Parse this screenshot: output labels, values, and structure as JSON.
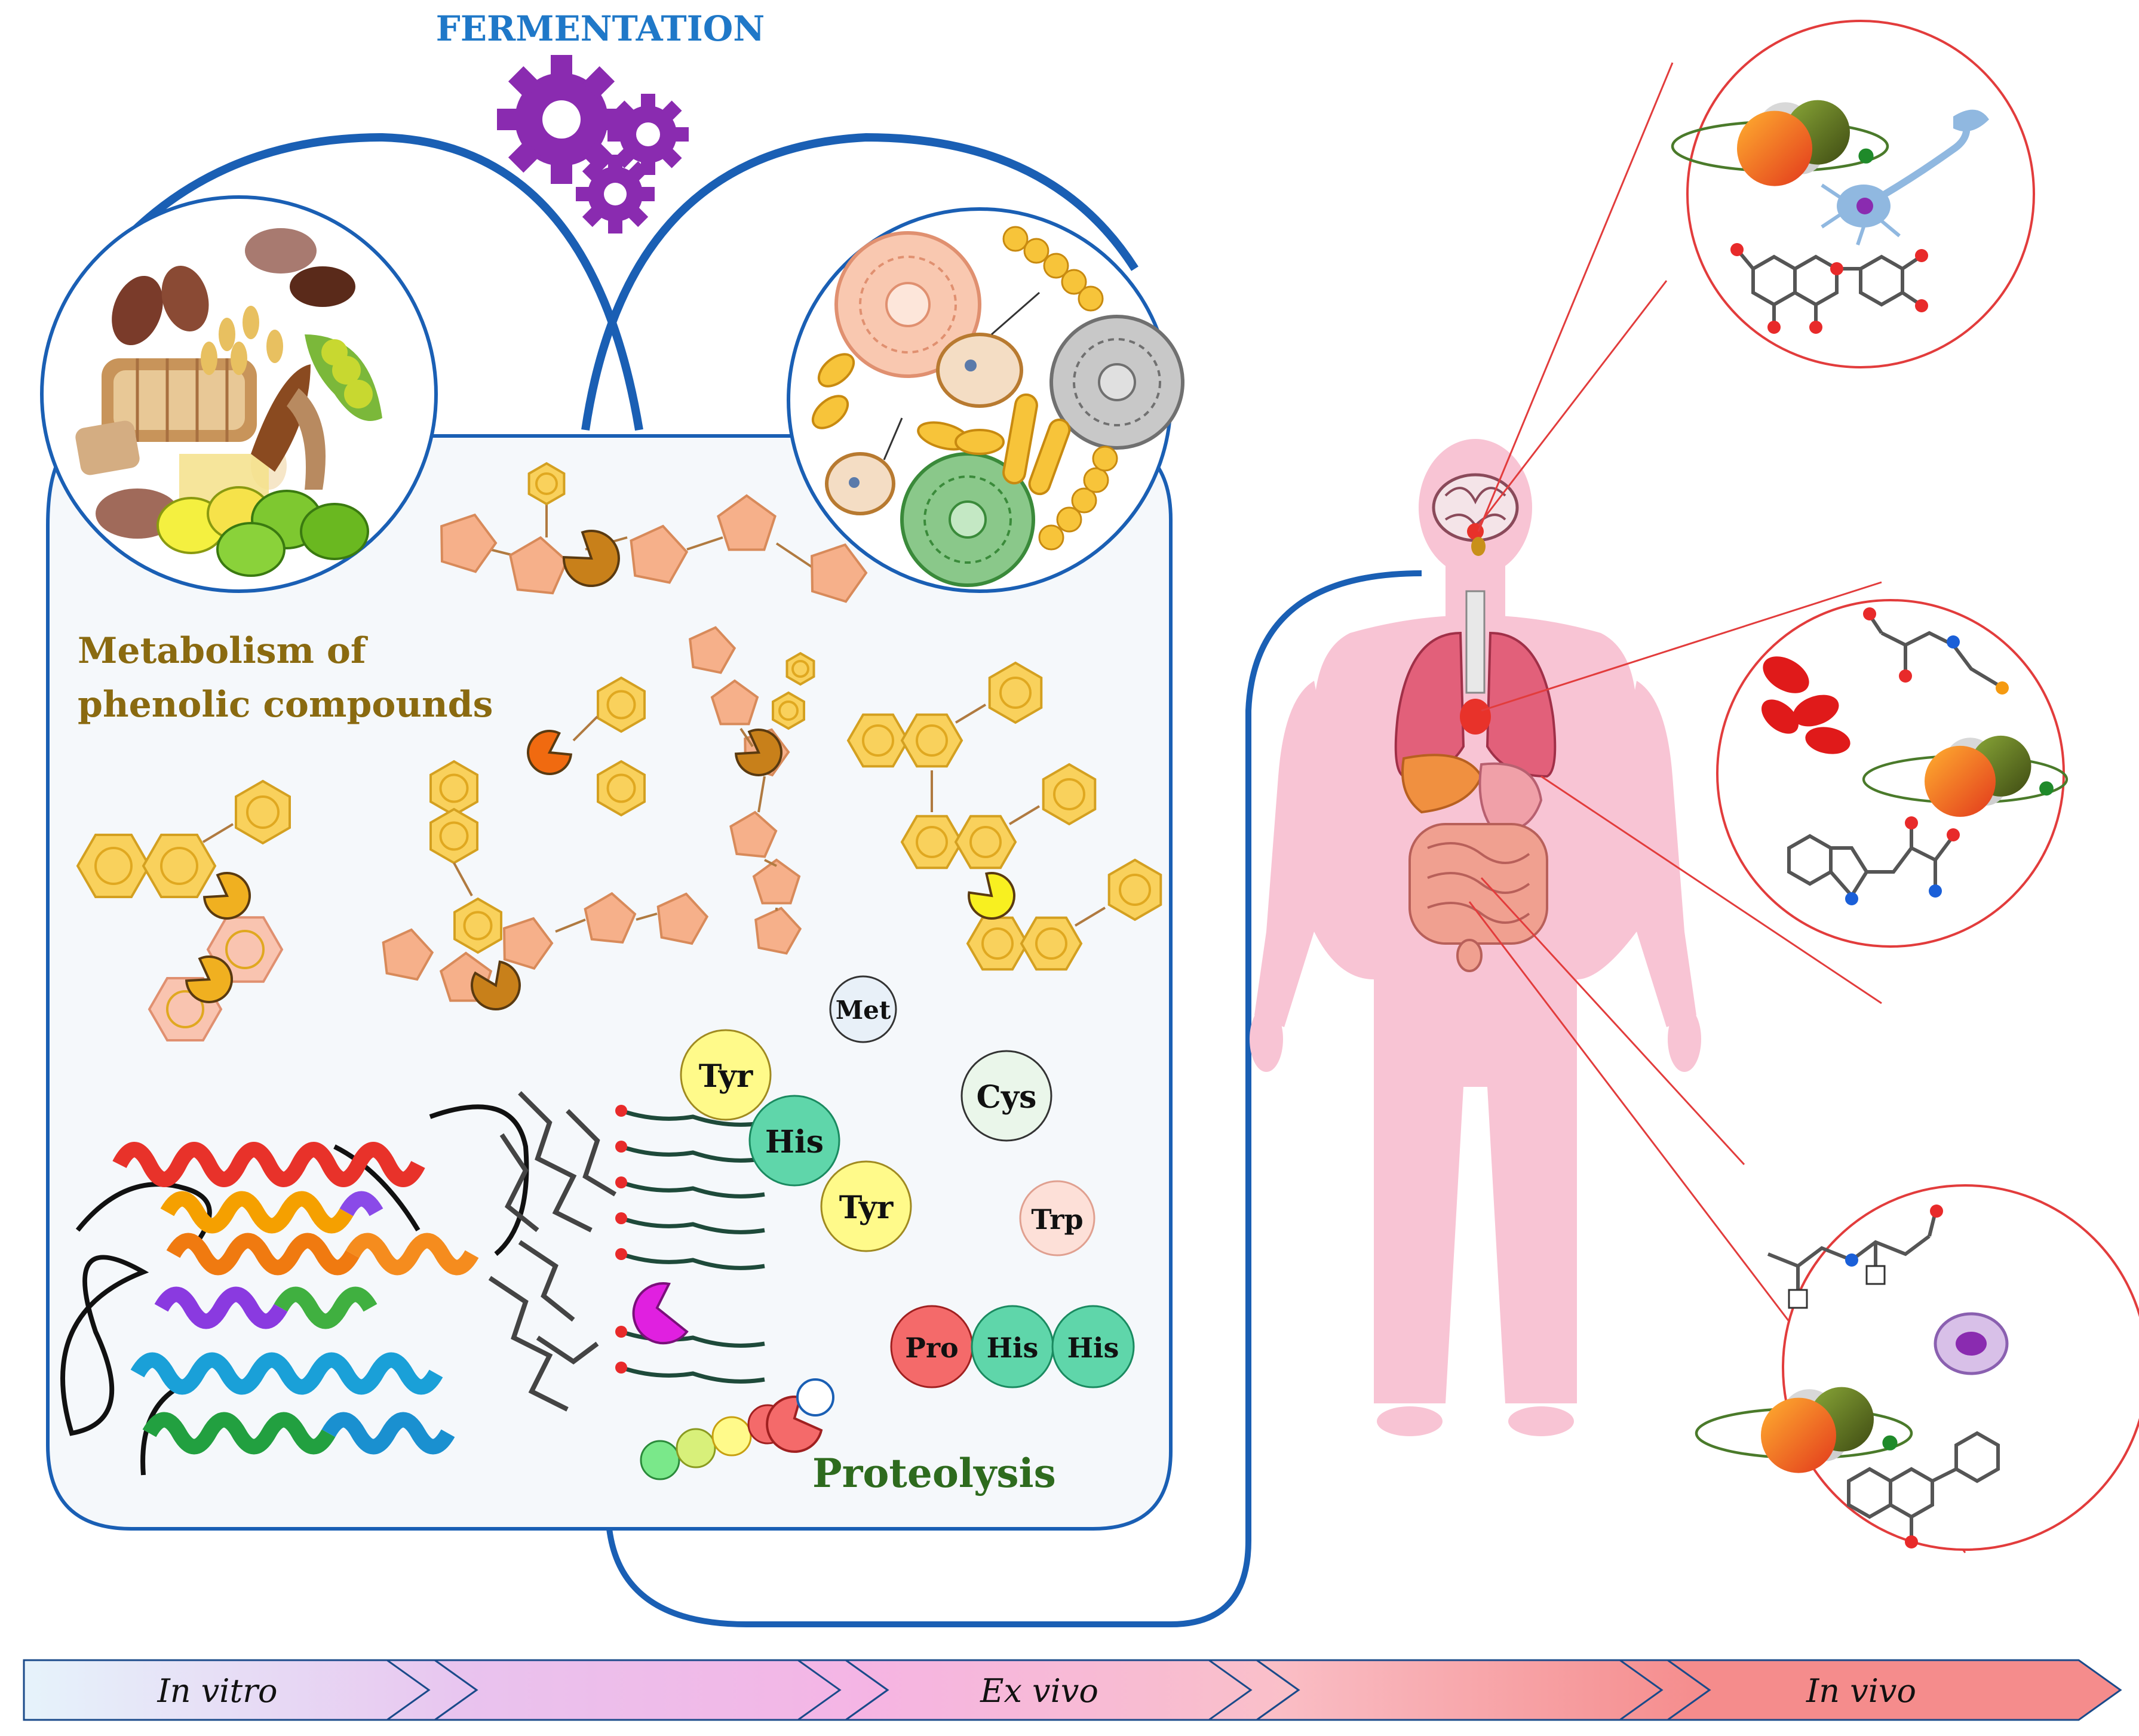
{
  "title": "FERMENTATION",
  "labels": {
    "metabolism_line1": "Metabolism of",
    "metabolism_line2": "phenolic compounds",
    "proteolysis": "Proteolysis"
  },
  "amino_acids": [
    {
      "id": "met",
      "text": "Met",
      "fill": "#e8f0f8"
    },
    {
      "id": "tyr1",
      "text": "Tyr",
      "fill": "#fffa8a"
    },
    {
      "id": "his1",
      "text": "His",
      "fill": "#5fd6aa"
    },
    {
      "id": "tyr2",
      "text": "Tyr",
      "fill": "#fffa8a"
    },
    {
      "id": "cys",
      "text": "Cys",
      "fill": "#eaf6ea"
    },
    {
      "id": "trp",
      "text": "Trp",
      "fill": "#fde0d8"
    },
    {
      "id": "pro",
      "text": "Pro",
      "fill": "#f46a6a"
    },
    {
      "id": "his2",
      "text": "His",
      "fill": "#5fd6aa"
    },
    {
      "id": "his3",
      "text": "His",
      "fill": "#5fd6aa"
    }
  ],
  "timeline": {
    "stages": [
      {
        "text": "In vitro"
      },
      {
        "text": ""
      },
      {
        "text": "Ex vivo"
      },
      {
        "text": ""
      },
      {
        "text": "In vivo"
      }
    ],
    "colors": [
      "#e6f3fb",
      "#e8c4ef",
      "#f5b4e4",
      "#fac0c8",
      "#f58c8c"
    ]
  },
  "colors": {
    "arc_blue": "#1a5fb4",
    "gear_purple": "#8a2bb0",
    "title_blue": "#1f78c8",
    "metabolism_text": "#8a6a10",
    "proteolysis_text": "#2e6b1e",
    "callout_red": "#e23c3c",
    "panel_fill": "#f5f8fb",
    "pentagon": "#f6b08a",
    "hexagon": "#f9d15c"
  }
}
